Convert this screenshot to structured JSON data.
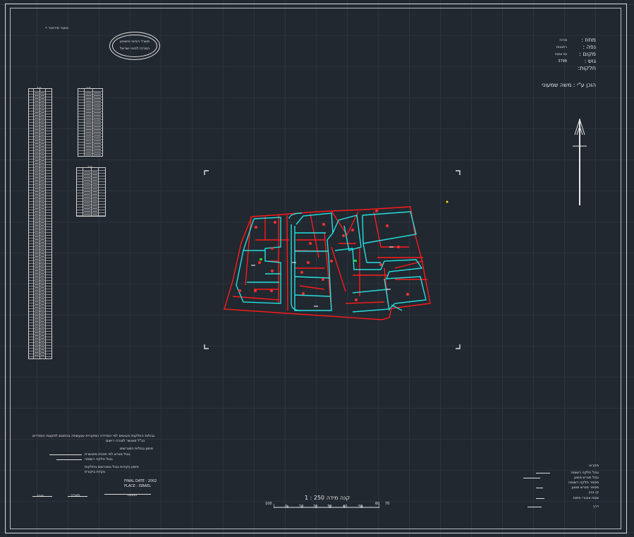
{
  "drawing": {
    "header_left": "• טאנר סיראנר",
    "stamp": {
      "line1": "משרד הבינוי והשיכון",
      "line2": "המרכז לבינוי ישראל"
    },
    "info": {
      "district_label": "מחוז :",
      "district_value": "מרכז",
      "area_label": "נפה :",
      "area_value": "רחובות",
      "place_label": "מקום :",
      "place_value": "נס ציונה",
      "block_label": "גוש :",
      "block_value": "3799",
      "parcels_label": "חלקות:",
      "drafted_by": "הוכן ע\"י : משה שמעוני"
    },
    "scale_label": "1 : 250  קנה מידה",
    "scale_ticks": [
      "100",
      "0",
      "10",
      "20",
      "30",
      "40",
      "50",
      "60",
      "70"
    ],
    "notes_left": [
      "גבולות החלקות והגושים לפי המדידה המקורית שנעשתה בהתאם לתקנות המודדים",
      "הנ\"ל מאושר לצורכי רישום",
      "סימון גבולות המגרשים",
      "גבול מגרש לפי תכנית מאושרת",
      "גבול חלקה רשומה",
      "סימון נקודות גבול במגרשים בחלקות",
      "נקודת ביקורת"
    ],
    "legend_left_labels": [
      "FINAL DATE : 2002",
      "PLACE : ISRAEL"
    ],
    "sign_labels": [
      "מודד",
      "תאריך",
      "חתימה"
    ],
    "notes_right": [
      "מקרא:",
      "גבול חלקה רשומה",
      "גבול מגרש מוצע",
      "מספר חלקה רשומה",
      "מספר מגרש מוצע",
      "קו בנין",
      "שטח ציבורי פתוח",
      "דרך"
    ]
  },
  "colors": {
    "background": "#212830",
    "parcel_lines": "#ff1a1a",
    "plot_lines": "#25e0e0",
    "text": "#e8e8e8",
    "marker_yellow": "#e6e600",
    "marker_green": "#27d43a"
  },
  "icons": [
    "north-arrow-icon",
    "stamp-icon"
  ]
}
